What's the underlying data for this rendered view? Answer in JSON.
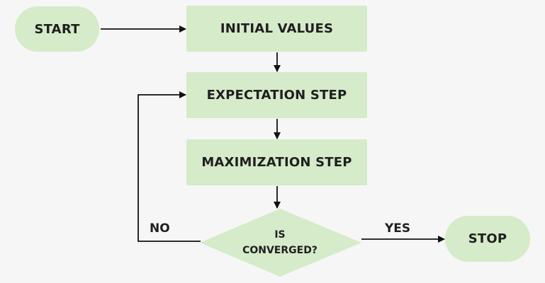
{
  "diagram": {
    "nodes": {
      "start": "START",
      "initial_values": "INITIAL VALUES",
      "expectation_step": "EXPECTATION STEP",
      "maximization_step": "MAXIMIZATION STEP",
      "decision_line1": "IS",
      "decision_line2": "CONVERGED?",
      "stop": "STOP"
    },
    "edges": {
      "no_label": "NO",
      "yes_label": "YES"
    },
    "colors": {
      "node_fill": "#d5ebc9",
      "arrow": "#111111",
      "background": "#f6f6f6"
    }
  }
}
